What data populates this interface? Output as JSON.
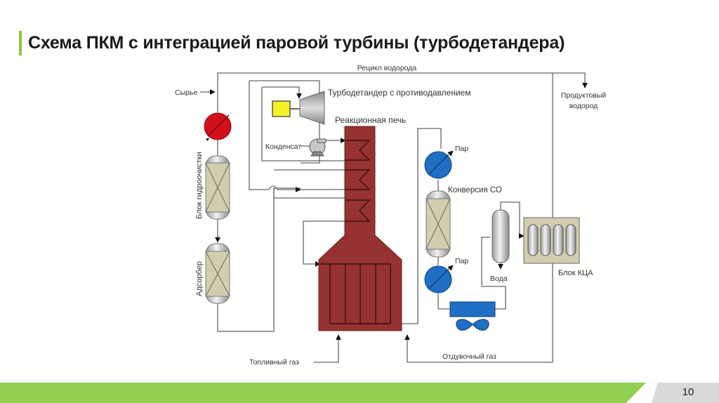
{
  "slide": {
    "title": "Схема ПКМ с интеграцией паровой турбины (турбодетандера)",
    "page_number": "10",
    "accent_color": "#8dc63f",
    "footer_color": "#92d050"
  },
  "diagram": {
    "labels": {
      "hydrogen_recycle": "Рецикл водорода",
      "feedstock": "Сырье",
      "product_hydrogen_line1": "Продуктовый",
      "product_hydrogen_line2": "водород",
      "turboexpander": "Турбодетандер с противодавлением",
      "reaction_furnace": "Реакционная печь",
      "condensate": "Конденсат",
      "hydrotreating_block": "Блок гидроочистки",
      "adsorber": "Адсорбер",
      "steam_top": "Пар",
      "co_conversion": "Конверсия СО",
      "steam_bottom": "Пар",
      "water": "Вода",
      "psa_block": "Блок КЦА",
      "fuel_gas": "Топливный газ",
      "purge_gas": "Отдувочный газ"
    },
    "colors": {
      "furnace": "#963232",
      "heater": "#d0121b",
      "cooler": "#1f6fc4",
      "reactor_fill": "#d3cdb0",
      "generator": "#f5f22a",
      "line": "#555555"
    }
  }
}
